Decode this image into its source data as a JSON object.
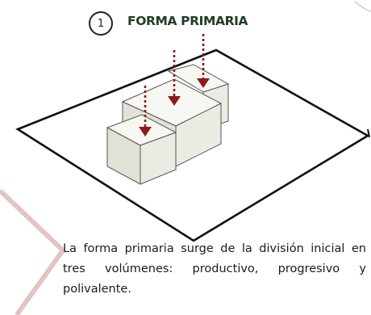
{
  "step": {
    "number": "1",
    "title": "FORMA PRIMARIA"
  },
  "caption": "La forma primaria surge de la división inicial en tres volúmenes: productivo, progresivo y polivalente.",
  "colors": {
    "title": "#1f3d24",
    "arrows": "#8e1b1b",
    "accent_stroke": "#e3c4c2",
    "volume_top": "#f7f7f2",
    "volume_side": "#ecebe3",
    "volume_front": "#e2e1d8",
    "outline": "#111111"
  },
  "icons": {
    "arrow": "dotted-down-arrow"
  }
}
